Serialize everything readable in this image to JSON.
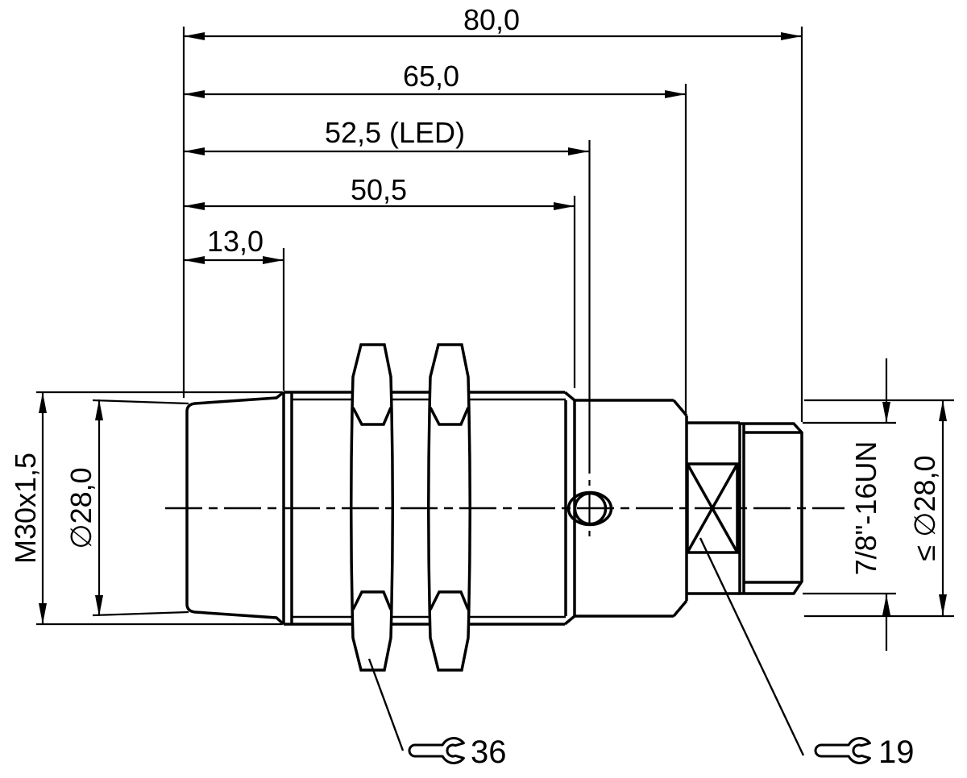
{
  "colors": {
    "line": "#000000",
    "background": "#ffffff"
  },
  "dimensions": {
    "overall_length": "80,0",
    "body_length": "65,0",
    "led_position": "52,5 (LED)",
    "barrel_length": "50,5",
    "head_length": "13,0",
    "mounting_thread": "M30x1,5",
    "head_diameter": "∅28,0",
    "connector_thread": "7/8\"-16UN",
    "max_rear_diameter": "≤ ∅28,0"
  },
  "wrench_sizes": {
    "body_nut": "36",
    "connector_nut": "19"
  }
}
